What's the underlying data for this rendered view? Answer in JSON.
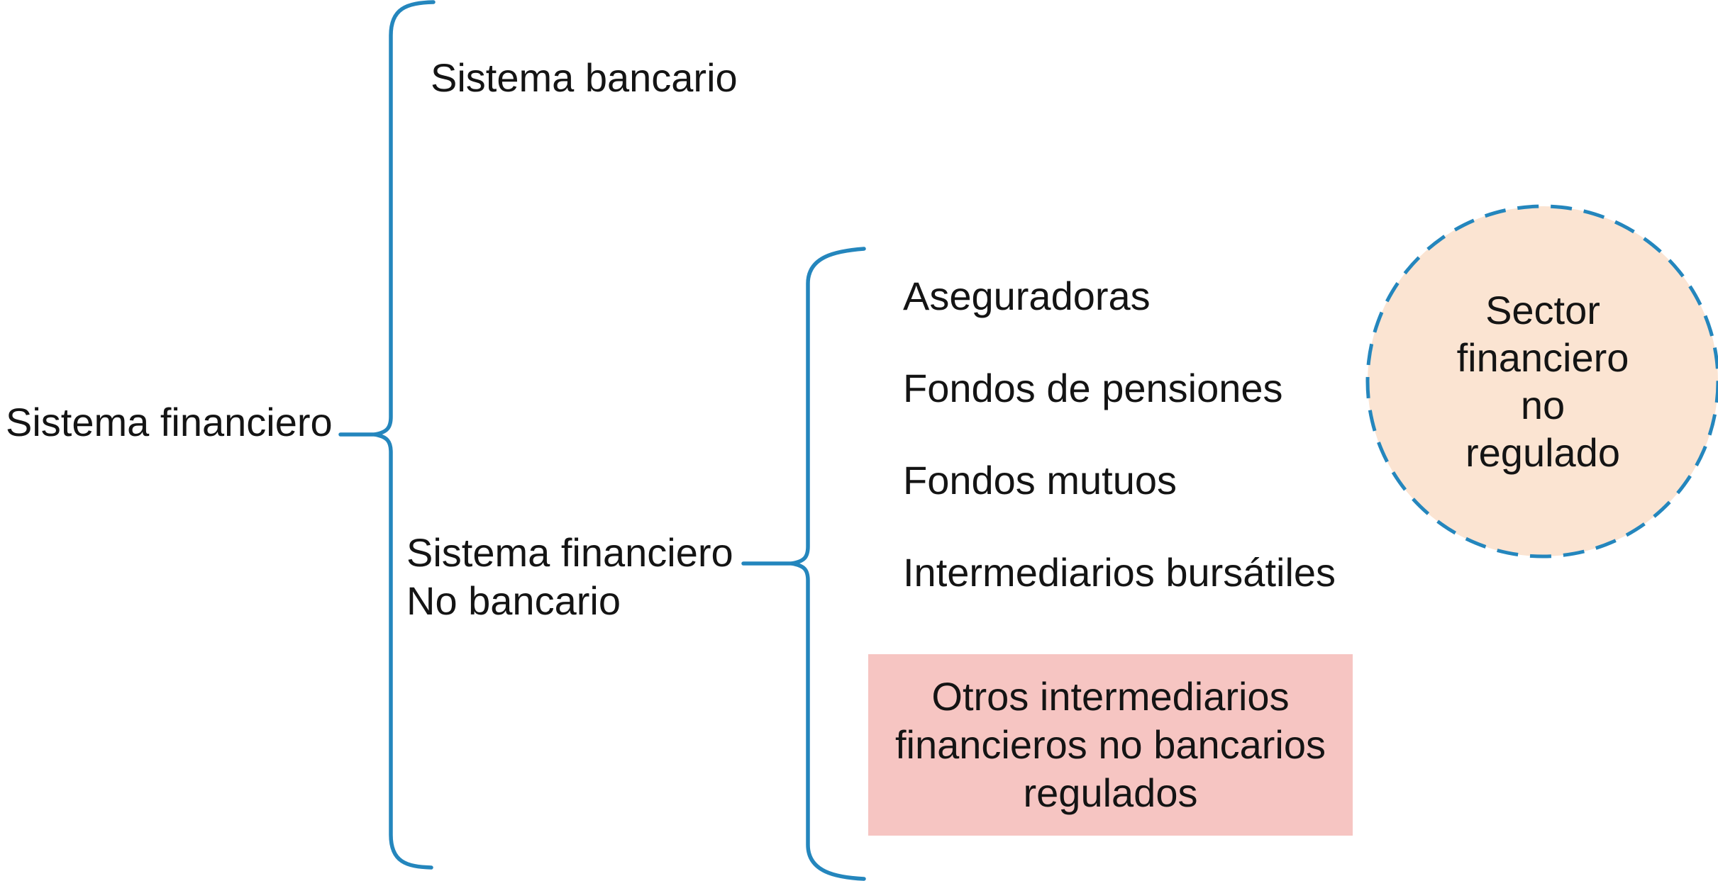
{
  "diagram": {
    "root_label": "Sistema financiero",
    "branch_banking_label": "Sistema bancario",
    "branch_nonbanking_label": [
      "Sistema financiero",
      "No bancario"
    ],
    "nonbank_items": [
      "Aseguradoras",
      "Fondos de pensiones",
      "Fondos mutuos",
      "Intermediarios bursátiles"
    ],
    "otros_box_lines": [
      "Otros intermediarios",
      "financieros no bancarios",
      "regulados"
    ],
    "circle_lines": [
      "Sector",
      "financiero",
      "no",
      "regulado"
    ]
  },
  "colors": {
    "brace": "#2486bd",
    "pink": "#f6c5c2",
    "peach": "#fbe4d2",
    "ink": "#141414"
  }
}
